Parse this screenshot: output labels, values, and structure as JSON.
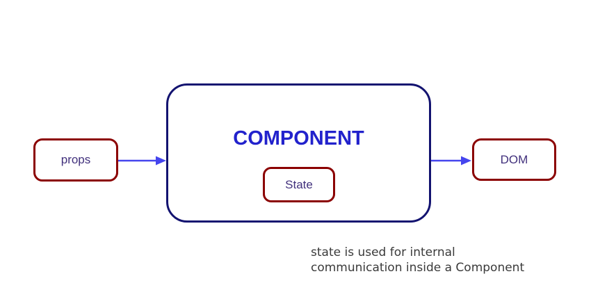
{
  "colors": {
    "component_border": "#131370",
    "small_box_border": "#8b0000",
    "component_title": "#2222cc",
    "box_label": "#41307c",
    "arrow": "#4545ee",
    "caption": "#3a3a3a",
    "background": "#ffffff"
  },
  "diagram": {
    "component": {
      "title": "COMPONENT"
    },
    "props": {
      "label": "props"
    },
    "state": {
      "label": "State"
    },
    "dom": {
      "label": "DOM"
    },
    "caption": {
      "line1": "state is used for internal",
      "line2": "communication inside a Component"
    }
  }
}
